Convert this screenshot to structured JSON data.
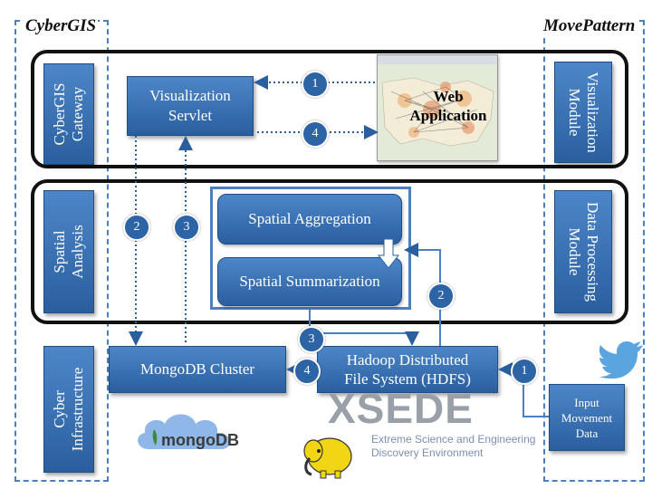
{
  "columns": {
    "left_title": "CyberGIS",
    "right_title": "MovePattern"
  },
  "rows": {
    "gateway": "CyberGIS Gateway",
    "spatial": "Spatial Analysis",
    "cyber": "Cyber Infrastructure"
  },
  "modules": {
    "visualization": "Visualization Module",
    "data_processing": "Data Processing Module"
  },
  "boxes": {
    "servlet_line1": "Visualization",
    "servlet_line2": "Servlet",
    "web_line1": "Web",
    "web_line2": "Application",
    "aggregation": "Spatial Aggregation",
    "summarization": "Spatial Summarization",
    "mongo": "MongoDB Cluster",
    "hdfs_line1": "Hadoop Distributed",
    "hdfs_line2": "File System (HDFS)",
    "input_line1": "Input",
    "input_line2": "Movement",
    "input_line3": "Data"
  },
  "badges": {
    "b1_top": "1",
    "b4_top": "4",
    "b2_left": "2",
    "b3_left": "3",
    "b2_right": "2",
    "b3_bottom": "3",
    "b4_bottom": "4",
    "b1_right": "1"
  },
  "logos": {
    "mongo": "mongoDB",
    "xsede": "XSEDE",
    "xsede_sub1": "Extreme Science and Engineering",
    "xsede_sub2": "Discovery Environment"
  },
  "colors": {
    "box_blue": "#2a5f9f",
    "dash_blue": "#4a7fc0",
    "xsede_gray": "#9aa0a8"
  }
}
